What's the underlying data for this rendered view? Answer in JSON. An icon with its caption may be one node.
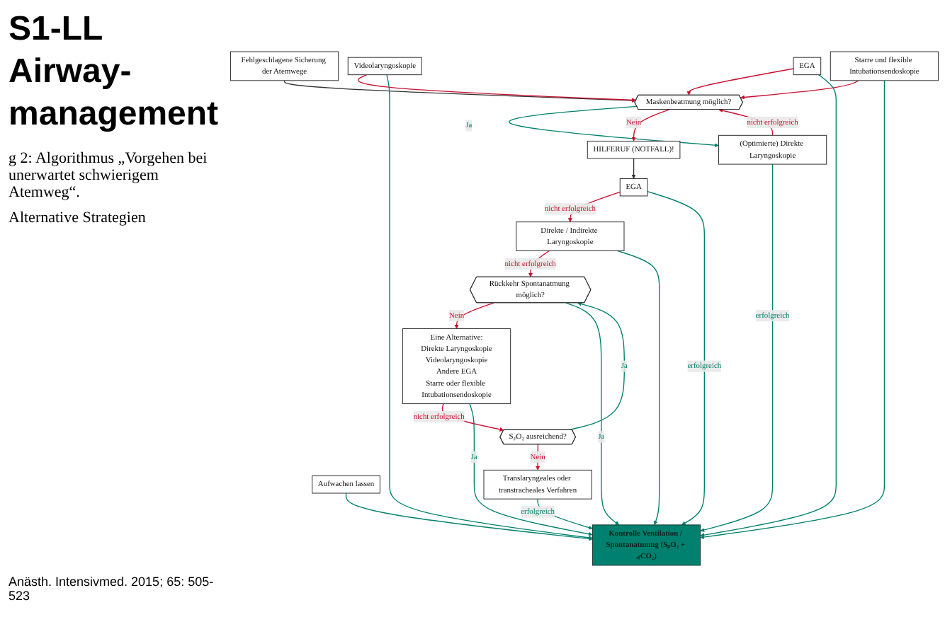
{
  "diagram": {
    "title": "S1-LL Airway-management",
    "caption": "Anästh. Intensivmed. 2015; 65: 505-523",
    "nodes": [
      {
        "text": [
          "Fehlgeschlagene Sicherung der Atemwege"
        ]
      },
      {
        "text": [
          "Maskenbeatmung möglich?"
        ]
      },
      {
        "text": [
          "HILFERUF (NOTFALL)!"
        ]
      },
      {
        "text": [
          "(Optimierte) Direkte Laryngoskopie"
        ]
      },
      {
        "text": [
          "Videolaryngoskopie"
        ]
      },
      {
        "text": [
          "EGA"
        ]
      },
      {
        "text": [
          "Starre und flexible Intubationsendoskopie"
        ]
      },
      {
        "text": [
          "Aufwachen lassen"
        ]
      },
      {
        "text": [
          "EGA"
        ]
      },
      {
        "text": [
          "Direkte / Indirekte Laryngoskopie"
        ]
      },
      {
        "text": [
          "Rückkehr Spontanatmung möglich?"
        ]
      },
      {
        "text": [
          "Eine Alternative:",
          "Direkte Laryngoskopie",
          "Videolaryngoskopie",
          "Andere EGA",
          "Starre oder flexible Intubationsendoskopie"
        ]
      },
      {
        "text": [
          "SₚO₂ ausreichend?"
        ]
      },
      {
        "text": [
          "Translaryngeales oder transtracheales Verfahren"
        ]
      },
      {
        "text": [
          "Kontrolle Ventilation / Spontanatmung (SₚO₂ + ₑₜCO₂)"
        ]
      }
    ],
    "edges": [
      {
        "from": 0,
        "to": 1,
        "arrow": "to"
      },
      {
        "from": 1,
        "to": 3,
        "arrow": "to",
        "label": "Ja",
        "color": "#00806e"
      },
      {
        "from": 1,
        "to": 2,
        "arrow": "to",
        "label": "Nein",
        "color": "#c8102e"
      },
      {
        "from": 3,
        "to": 1,
        "arrow": "to",
        "label": "nicht erfolgreich",
        "color": "#c8102e"
      },
      {
        "from": 4,
        "to": 1,
        "arrow": "to",
        "color": "#c8102e"
      },
      {
        "from": 5,
        "to": 1,
        "arrow": "to",
        "color": "#c8102e"
      },
      {
        "from": 6,
        "to": 1,
        "arrow": "to",
        "color": "#c8102e"
      },
      {
        "from": 3,
        "to": 14,
        "arrow": "to",
        "label": "erfolgreich",
        "color": "#00806e"
      },
      {
        "from": 4,
        "to": 14,
        "arrow": "to",
        "color": "#00806e"
      },
      {
        "from": 5,
        "to": 14,
        "arrow": "to",
        "color": "#00806e"
      },
      {
        "from": 6,
        "to": 14,
        "arrow": "to",
        "color": "#00806e"
      },
      {
        "from": 7,
        "to": 14,
        "arrow": "to",
        "color": "#00806e"
      },
      {
        "from": 2,
        "to": 8,
        "arrow": "to"
      },
      {
        "from": 8,
        "to": 9,
        "arrow": "to",
        "label": "nicht erfolgreich",
        "color": "#c8102e"
      },
      {
        "from": 9,
        "to": 10,
        "arrow": "to",
        "label": "nicht erfolgreich",
        "color": "#c8102e"
      },
      {
        "from": 10,
        "to": 11,
        "arrow": "to",
        "label": "Nein",
        "color": "#c8102e"
      },
      {
        "from": 11,
        "to": 12,
        "arrow": "to",
        "label": "nicht erfolgreich",
        "color": "#c8102e"
      },
      {
        "from": 12,
        "to": 13,
        "arrow": "to",
        "label": "Nein",
        "color": "#c8102e"
      },
      {
        "from": 12,
        "to": 10,
        "arrow": "to",
        "label": "Ja",
        "color": "#00806e"
      },
      {
        "from": 13,
        "to": 14,
        "arrow": "to",
        "label": "erfolgreich",
        "color": "#00806e"
      },
      {
        "from": 8,
        "to": 14,
        "arrow": "to",
        "label": "erfolgreich",
        "color": "#00806e"
      },
      {
        "from": 9,
        "to": 14,
        "arrow": "to",
        "color": "#00806e"
      },
      {
        "from": 10,
        "to": 14,
        "arrow": "to",
        "label": "Ja",
        "color": "#00806e"
      },
      {
        "from": 11,
        "to": 14,
        "arrow": "to",
        "label": "Ja",
        "color": "#00806e"
      }
    ],
    "labels": [
      "g 2: Algorithmus „Vorgehen bei unerwartet schwierigem Atemweg“.",
      "Alternative Strategien"
    ]
  }
}
